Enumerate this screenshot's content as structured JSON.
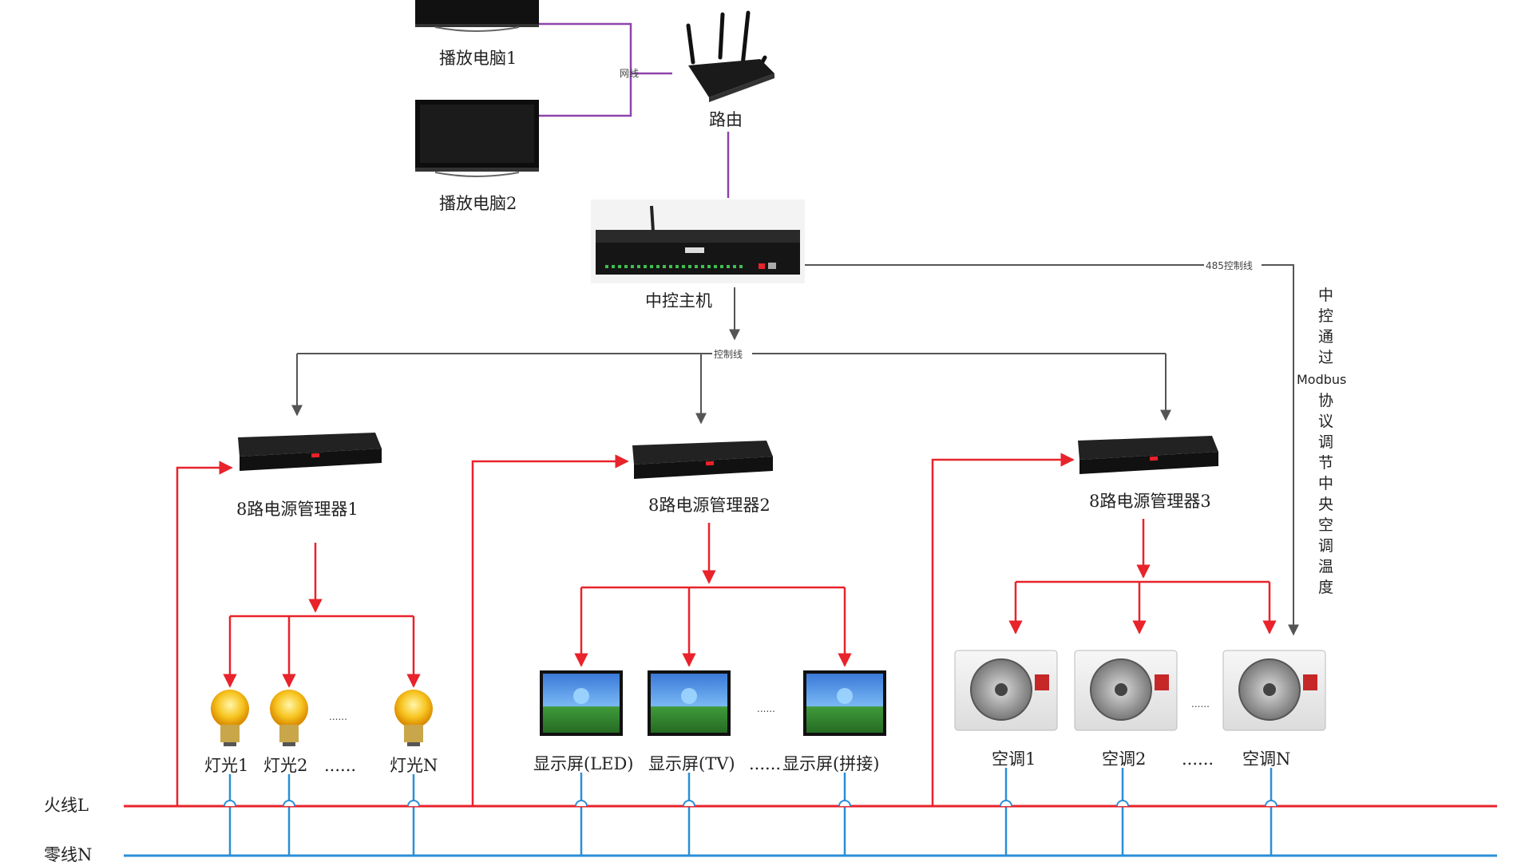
{
  "devices": {
    "player_pc_1": "播放电脑1",
    "player_pc_2": "播放电脑2",
    "router": "路由",
    "controller": "中控主机",
    "power_manager_1": "8路电源管理器1",
    "power_manager_2": "8路电源管理器2",
    "power_manager_3": "8路电源管理器3"
  },
  "connections": {
    "network_cable": "网线",
    "control_cable": "控制线",
    "rs485_cable": "485控制线"
  },
  "loads": {
    "lights": [
      "灯光1",
      "灯光2",
      "......",
      "灯光N"
    ],
    "displays": [
      "显示屏(LED)",
      "显示屏(TV)",
      "......",
      "显示屏(拼接)"
    ],
    "air_conditioners": [
      "空调1",
      "空调2",
      "......",
      "空调N"
    ]
  },
  "ellipsis_small": "......",
  "modbus_note": {
    "before": [
      "中",
      "控",
      "通",
      "过"
    ],
    "protocol": "Modbus",
    "after": [
      "协",
      "议",
      "调",
      "节",
      "中",
      "央",
      "空",
      "调",
      "温",
      "度"
    ]
  },
  "power_lines": {
    "live": "火线L",
    "neutral": "零线N"
  },
  "colors": {
    "network": "#8e44ad",
    "control": "#555555",
    "power": "#e8232b",
    "neutral": "#2b8fd6"
  }
}
